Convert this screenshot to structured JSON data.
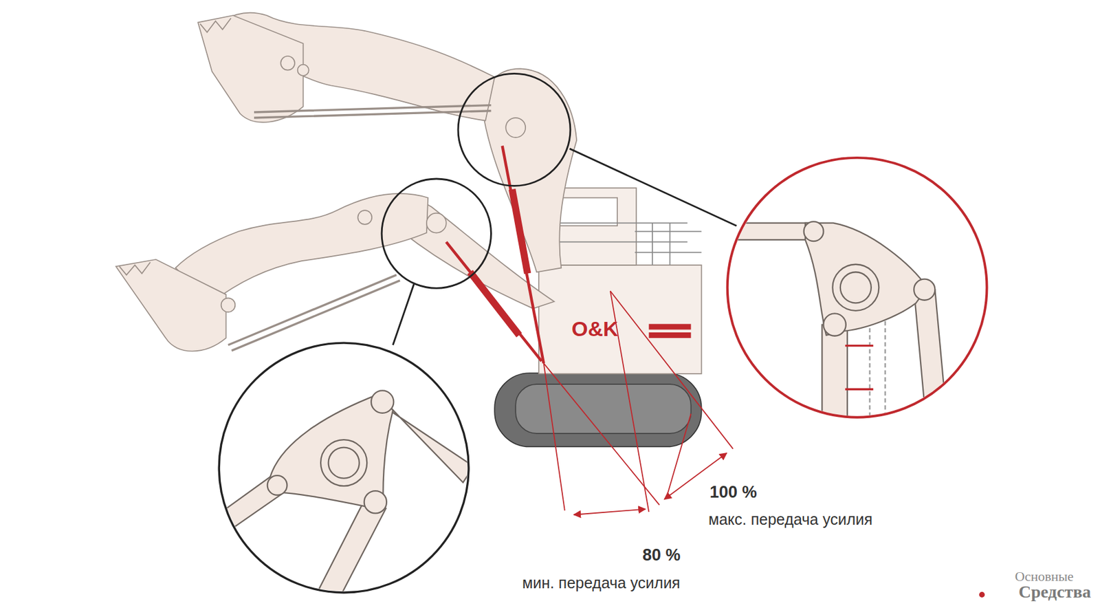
{
  "diagram": {
    "labels": [
      "100 %",
      "макс. передача усилия",
      "80 %",
      "мин. передача усилия",
      "O&K",
      "Основные",
      "Средства"
    ]
  }
}
